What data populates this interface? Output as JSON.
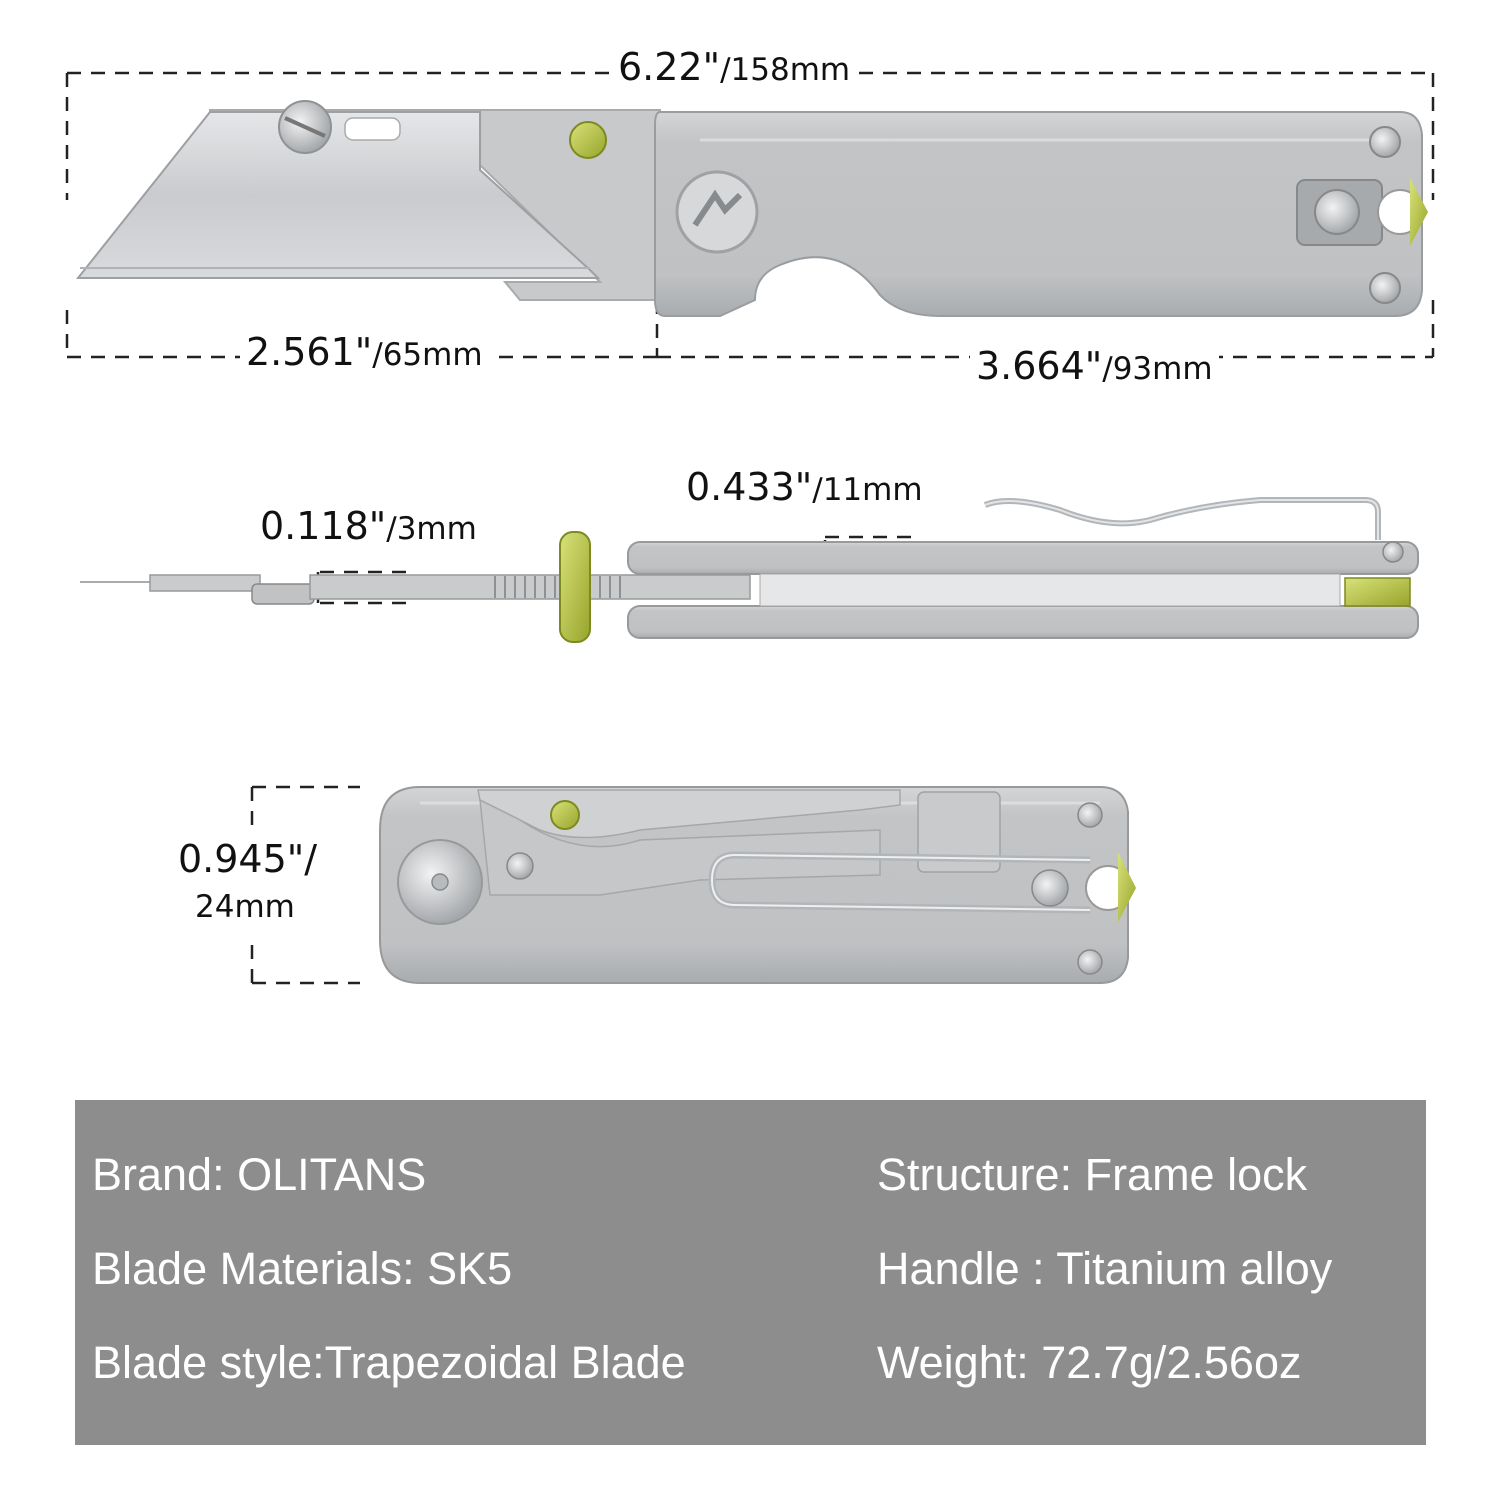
{
  "dimensions": {
    "overall_length": {
      "in": "6.22\"",
      "mm": "/158mm"
    },
    "blade_length": {
      "in": "2.561\"",
      "mm": "/65mm"
    },
    "handle_length": {
      "in": "3.664\"",
      "mm": "/93mm"
    },
    "handle_thickness": {
      "in": "0.433\"",
      "mm": "/11mm"
    },
    "blade_thickness": {
      "in": "0.118\"",
      "mm": "/3mm"
    },
    "handle_width": {
      "in": "0.945\"/",
      "mm": "24mm"
    }
  },
  "specs": {
    "left": [
      {
        "label": "Brand:  OLITANS"
      },
      {
        "label": "Blade Materials:  SK5"
      },
      {
        "label": "Blade style:Trapezoidal Blade"
      }
    ],
    "right": [
      {
        "label": "Structure:  Frame lock"
      },
      {
        "label": "Handle :  Titanium alloy"
      },
      {
        "label": "Weight:  72.7g/2.56oz"
      }
    ]
  },
  "colors": {
    "metal": "#c4c6c8",
    "metal_dark": "#9fa2a5",
    "accent_green": "#b6c43a",
    "panel": "#8d8d8d"
  }
}
